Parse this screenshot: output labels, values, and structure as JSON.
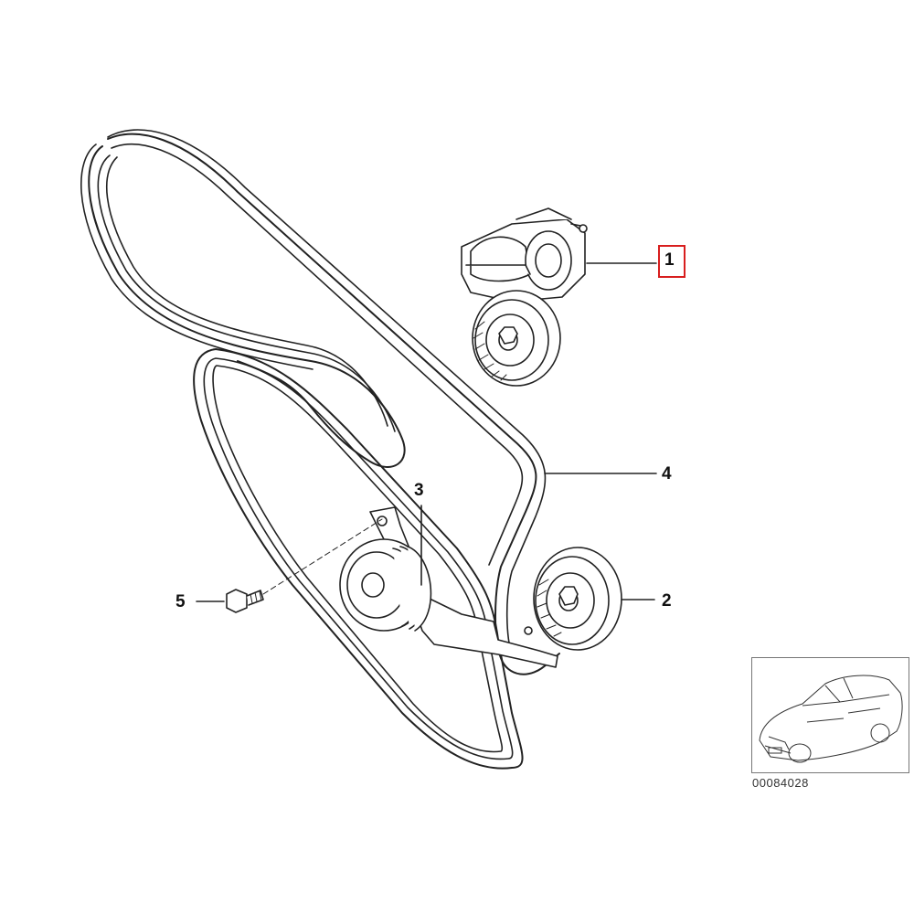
{
  "diagram": {
    "callouts": [
      {
        "id": "1",
        "label": "1",
        "highlighted": true
      },
      {
        "id": "2",
        "label": "2",
        "highlighted": false
      },
      {
        "id": "3",
        "label": "3",
        "highlighted": false
      },
      {
        "id": "4",
        "label": "4",
        "highlighted": false
      },
      {
        "id": "5",
        "label": "5",
        "highlighted": false
      }
    ],
    "highlight_color": "#d81e1e",
    "line_color": "#222222"
  },
  "thumbnail": {
    "doc_id": "00084028"
  }
}
